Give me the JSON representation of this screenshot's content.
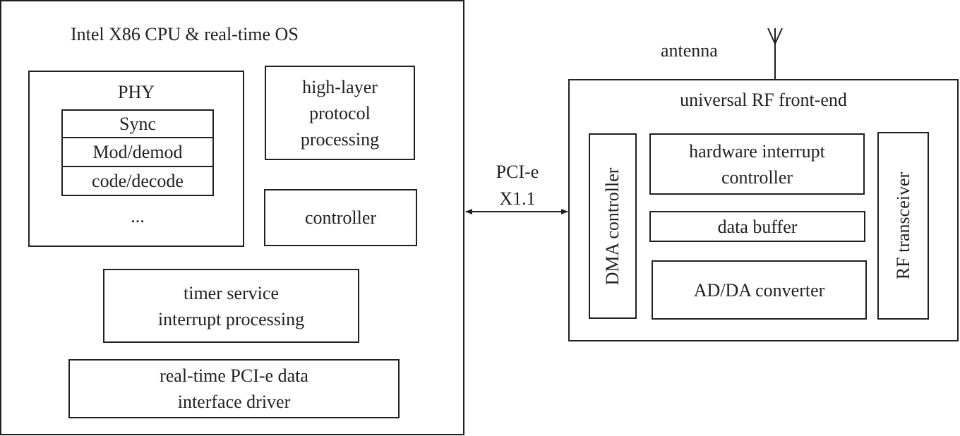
{
  "cpu": {
    "title": "Intel X86 CPU & real-time OS",
    "phy": {
      "title": "PHY",
      "rows": [
        "Sync",
        "Mod/demod",
        "code/decode"
      ],
      "ellipsis": "..."
    },
    "high_layer": [
      "high-layer",
      "protocol",
      "processing"
    ],
    "controller": "controller",
    "timer": [
      "timer service",
      "interrupt processing"
    ],
    "driver": [
      "real-time PCI-e data",
      "interface driver"
    ]
  },
  "link": {
    "label_line1": "PCI-e",
    "label_line2": "X1.1"
  },
  "rf": {
    "antenna_label": "antenna",
    "title": "universal RF front-end",
    "dma": "DMA controller",
    "hw_interrupt": [
      "hardware interrupt",
      "controller"
    ],
    "data_buffer": "data buffer",
    "adda": "AD/DA converter",
    "transceiver": "RF transceiver"
  }
}
